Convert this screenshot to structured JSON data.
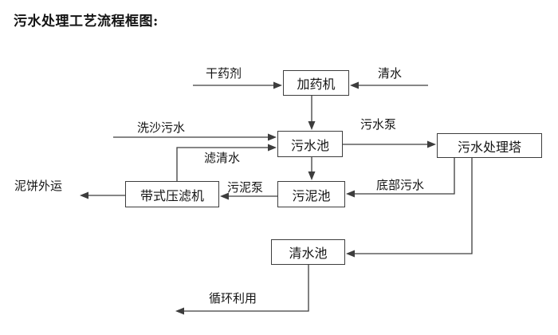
{
  "title": "污水处理工艺流程框图:",
  "nodes": {
    "dosing_machine": "加药机",
    "sewage_pool": "污水池",
    "sewage_treatment_tower": "污水处理塔",
    "belt_filter_press": "带式压滤机",
    "sludge_pool": "污泥池",
    "clean_water_pool": "清水池"
  },
  "flow_labels": {
    "dry_agent": "干药剂",
    "clean_water": "清水",
    "sand_washing_sewage": "洗沙污水",
    "sewage_pump": "污水泵",
    "filtered_water": "滤清水",
    "mud_cake_out": "泥饼外运",
    "sludge_pump": "污泥泵",
    "bottom_sewage": "底部污水",
    "recycle_use": "循环利用"
  },
  "colors": {
    "line": "#3d3d3d",
    "text": "#141414",
    "background": "#ffffff"
  }
}
